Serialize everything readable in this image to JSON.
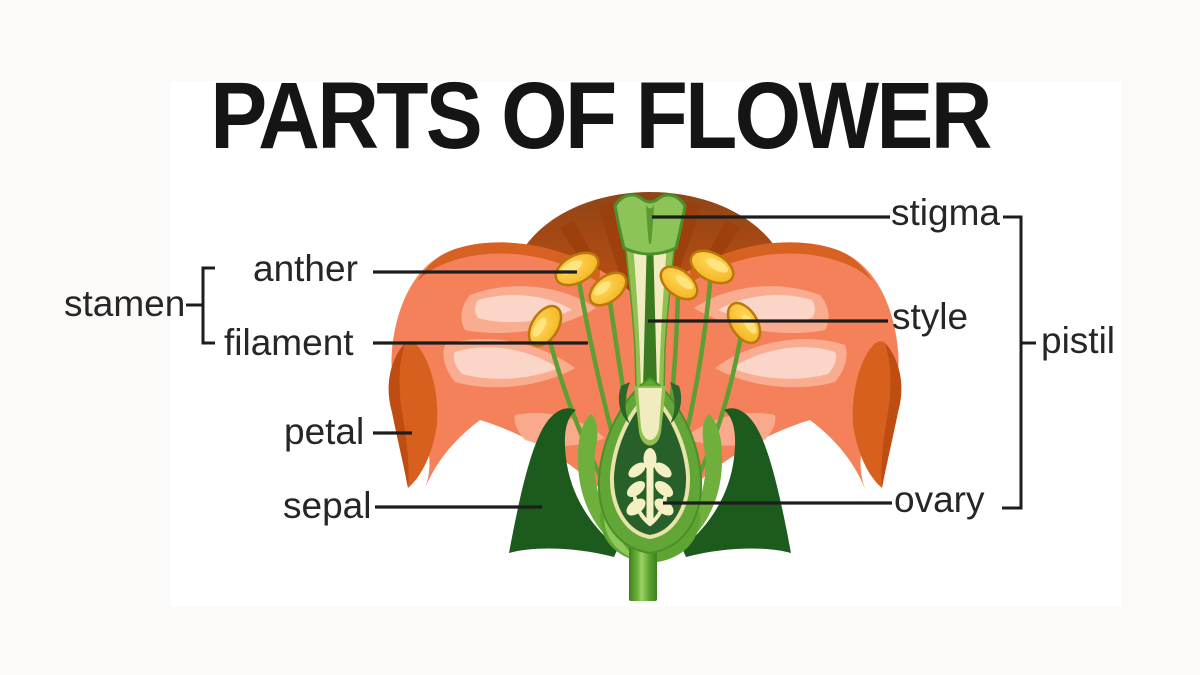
{
  "title": "PARTS OF FLOWER",
  "diagram": {
    "subject": "flower cross-section",
    "labels": {
      "stamen": "stamen",
      "anther": "anther",
      "filament": "filament",
      "petal": "petal",
      "sepal": "sepal",
      "stigma": "stigma",
      "style": "style",
      "pistil": "pistil",
      "ovary": "ovary"
    },
    "groups": [
      {
        "label": "stamen",
        "members": [
          "anther",
          "filament"
        ]
      },
      {
        "label": "pistil",
        "members": [
          "stigma",
          "style",
          "ovary"
        ]
      }
    ],
    "colors": {
      "background": "#fbfaf8",
      "card": "#ffffff",
      "title_text": "#151515",
      "label_text": "#262626",
      "leader_line": "#1d1d1d",
      "back_petal_dark": "#8e4517",
      "back_petal": "#c85514",
      "petal_salmon": "#f4815a",
      "petal_streak": "#f9ae92",
      "petal_highlight": "#fbd5c8",
      "petal_edge_dark": "#d45f1f",
      "petal_tip_shadow": "#bc4a0f",
      "anther_gold": "#f2a816",
      "anther_highlight": "#ffe685",
      "filament_green": "#5e9e33",
      "stigma_green": "#8cc457",
      "style_green": "#8fc050",
      "style_cream": "#f1ecc0",
      "style_stripe": "#3c7a1f",
      "ovary_outer_green": "#61a636",
      "ovary_inner_dark": "#276129",
      "ovule_cream": "#f5f0c3",
      "sepal_dark": "#1d5a1d",
      "sepal_light": "#6fb03d",
      "calyx_green": "#5ea433",
      "stem_green": "#6ab337"
    }
  }
}
